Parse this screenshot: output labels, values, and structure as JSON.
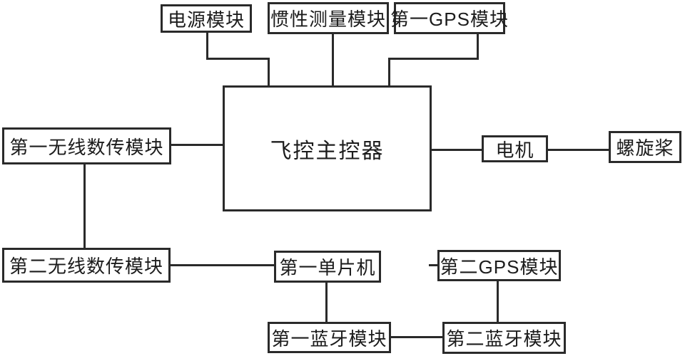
{
  "diagram": {
    "type": "block-diagram",
    "subject": "drone flight control system",
    "background_color": "#ffffff",
    "line_color": "#2a2a2a",
    "text_color": "#1c1c1c",
    "nodes": [
      {
        "id": "power-module",
        "label": "电源模块"
      },
      {
        "id": "inertial-measurement-module",
        "label": "惯性测量模块"
      },
      {
        "id": "first-gps-module",
        "label": "第一GPS模块"
      },
      {
        "id": "flight-control-main-controller",
        "label": "飞控主控器"
      },
      {
        "id": "first-wireless-datalink-module",
        "label": "第一无线数传模块"
      },
      {
        "id": "motor",
        "label": "电机"
      },
      {
        "id": "propeller",
        "label": "螺旋桨"
      },
      {
        "id": "second-wireless-datalink-module",
        "label": "第二无线数传模块"
      },
      {
        "id": "first-mcu",
        "label": "第一单片机"
      },
      {
        "id": "second-gps-module",
        "label": "第二GPS模块"
      },
      {
        "id": "first-bluetooth-module",
        "label": "第一蓝牙模块"
      },
      {
        "id": "second-bluetooth-module",
        "label": "第二蓝牙模块"
      }
    ],
    "edges": [
      {
        "from": "电源模块",
        "to": "飞控主控器"
      },
      {
        "from": "惯性测量模块",
        "to": "飞控主控器"
      },
      {
        "from": "第一GPS模块",
        "to": "飞控主控器"
      },
      {
        "from": "第一无线数传模块",
        "to": "飞控主控器"
      },
      {
        "from": "飞控主控器",
        "to": "电机"
      },
      {
        "from": "电机",
        "to": "螺旋桨"
      },
      {
        "from": "第一无线数传模块",
        "to": "第二无线数传模块"
      },
      {
        "from": "第二无线数传模块",
        "to": "第一单片机"
      },
      {
        "from": "第一单片机",
        "to": "第一蓝牙模块"
      },
      {
        "from": "第一蓝牙模块",
        "to": "第二蓝牙模块"
      },
      {
        "from": "第二GPS模块",
        "to": "第二蓝牙模块"
      }
    ]
  }
}
